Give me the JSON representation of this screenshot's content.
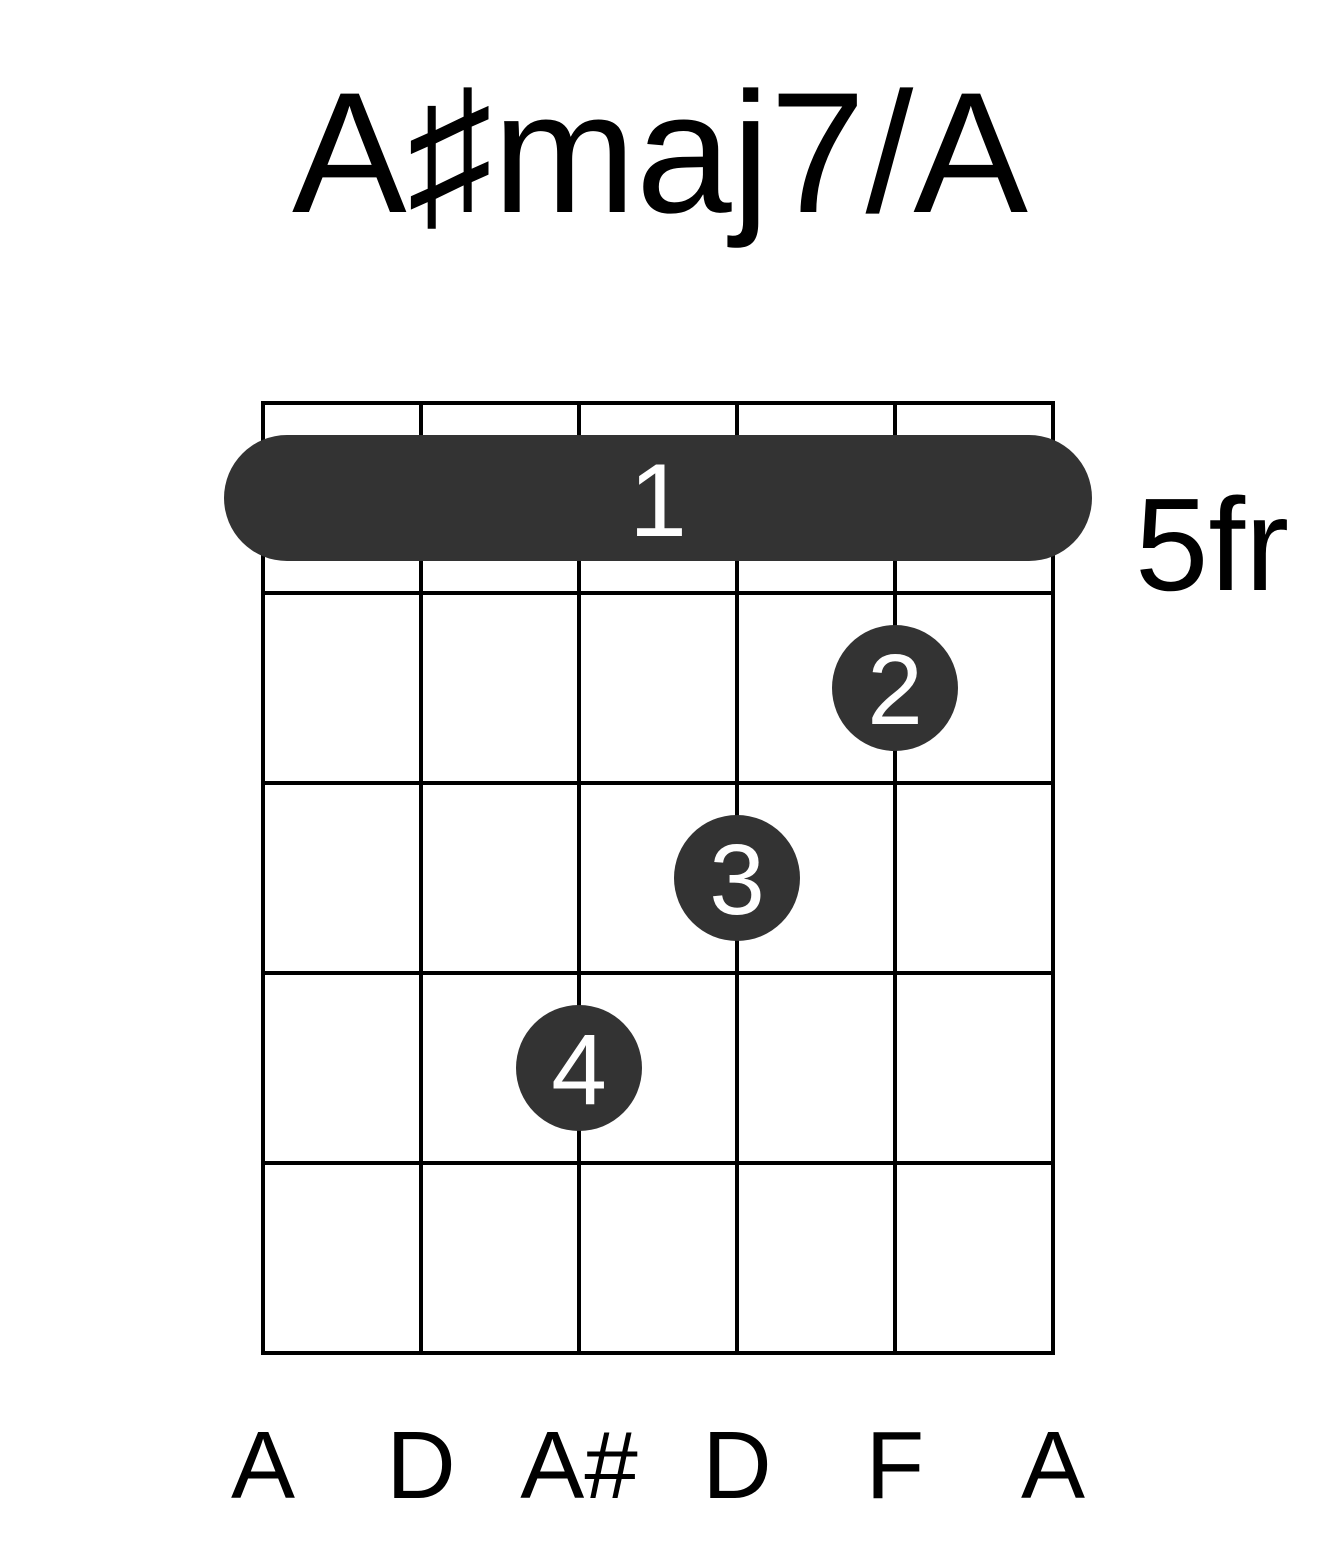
{
  "chord": {
    "name": "A♯maj7/A",
    "start_fret_label": "5fr"
  },
  "colors": {
    "marker": "#333333",
    "grid": "#000000",
    "finger_text": "#ffffff",
    "background": "#ffffff"
  },
  "diagram": {
    "string_count": 6,
    "fret_count": 5,
    "open_notes": [
      "A",
      "D",
      "A#",
      "D",
      "F",
      "A"
    ],
    "barre": {
      "finger": "1",
      "fret": 1,
      "from_string": 1,
      "to_string": 6
    },
    "fingers": [
      {
        "finger": "2",
        "string": 5,
        "fret": 2
      },
      {
        "finger": "3",
        "string": 4,
        "fret": 3
      },
      {
        "finger": "4",
        "string": 3,
        "fret": 4
      }
    ]
  }
}
